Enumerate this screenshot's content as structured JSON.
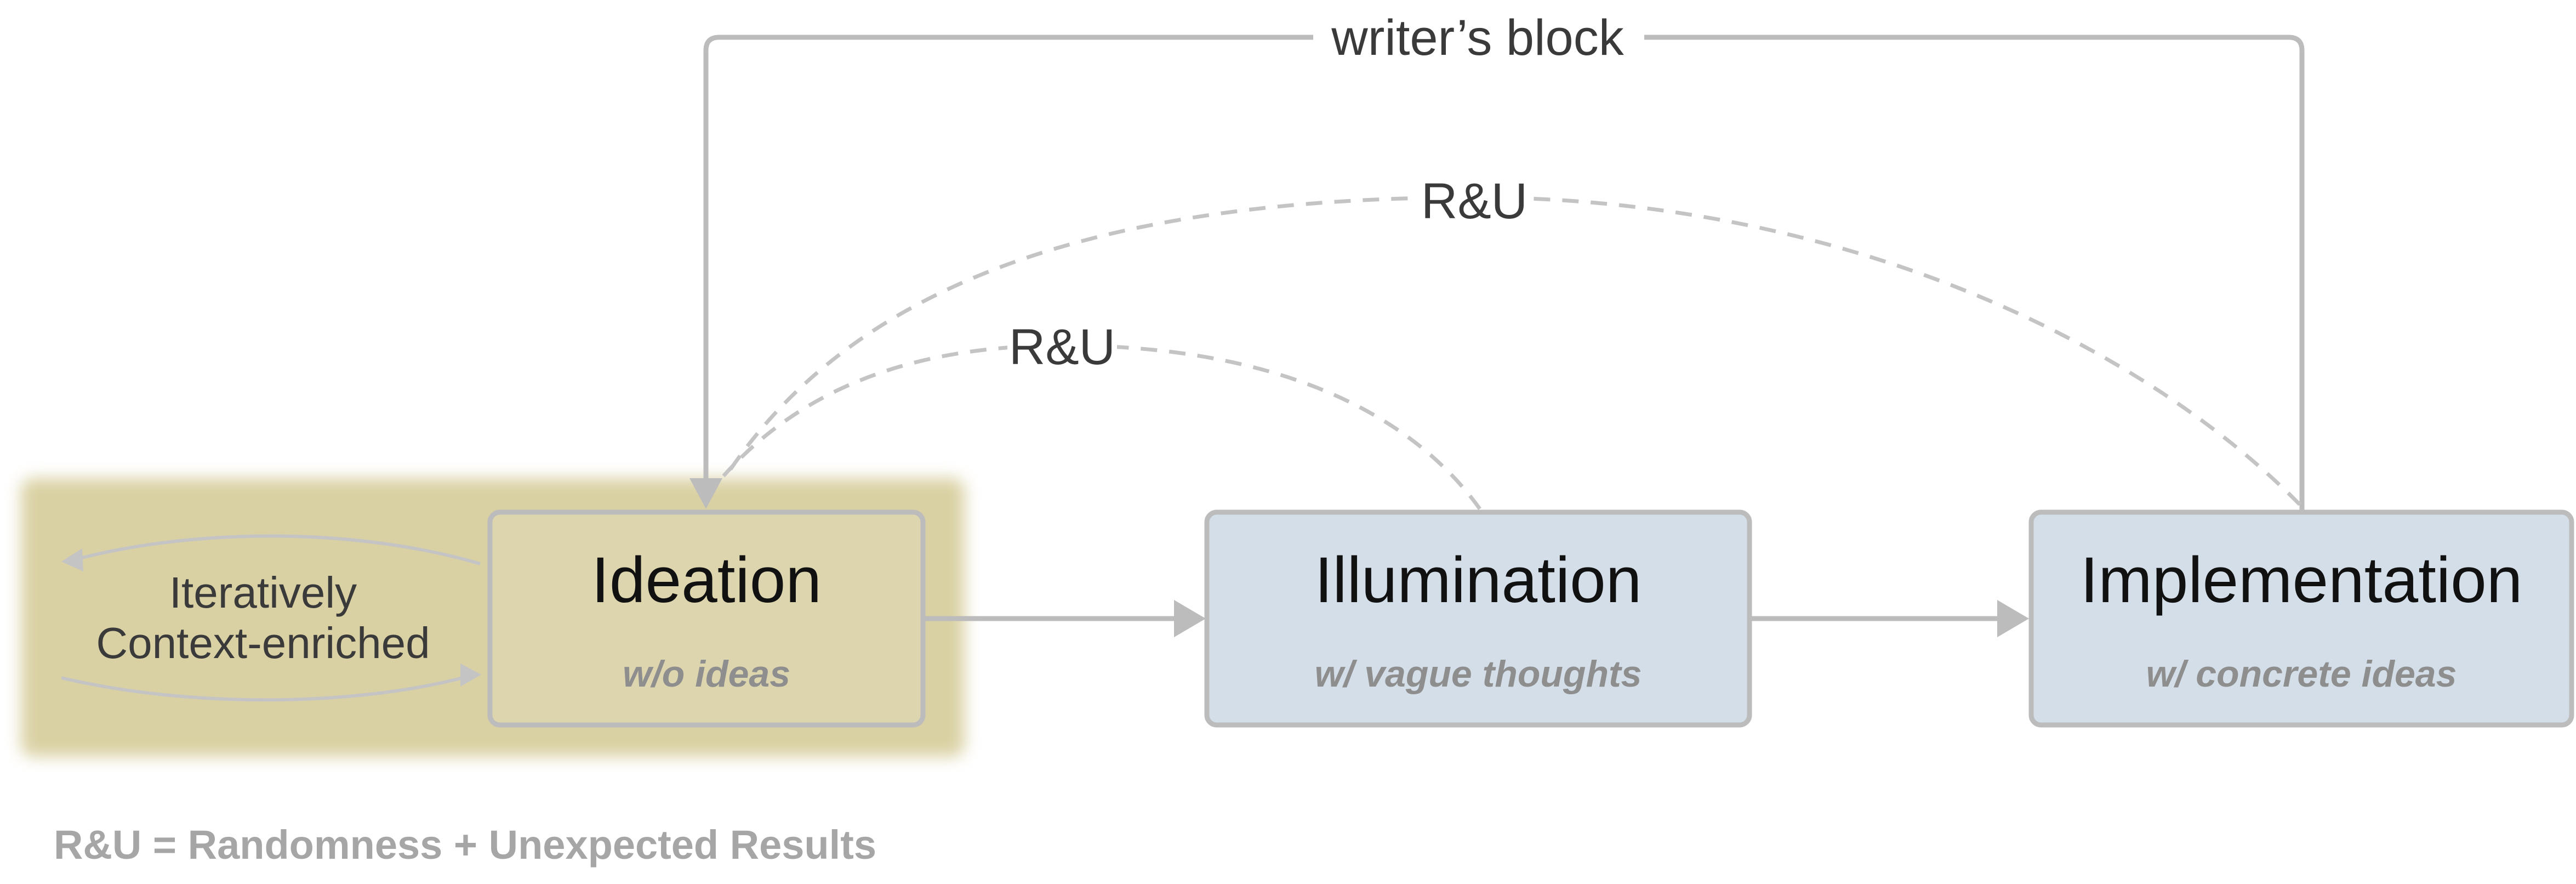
{
  "nodes": {
    "ideation": {
      "title": "Ideation",
      "subtitle": "w/o ideas"
    },
    "illumination": {
      "title": "Illumination",
      "subtitle": "w/ vague thoughts"
    },
    "implementation": {
      "title": "Implementation",
      "subtitle": "w/ concrete ideas"
    }
  },
  "edges": {
    "feedback_top": "writer’s block",
    "dashed_outer": "R&U",
    "dashed_inner": "R&U"
  },
  "loop_label": {
    "line1": "Iteratively",
    "line2": "Context-enriched"
  },
  "legend": "R&U = Randomness + Unexpected Results",
  "colors": {
    "ideation_fill": "#ddd5ae",
    "ideation_glow": "#d8cf9f",
    "stage_fill": "#d3dee8",
    "border": "#bcbcbc",
    "arrow": "#bcbcbc"
  }
}
